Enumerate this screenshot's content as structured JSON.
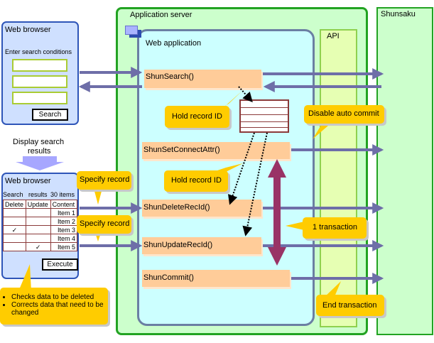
{
  "browser_top": {
    "title": "Web browser",
    "prompt": "Enter search conditions",
    "search_button": "Search"
  },
  "transition_label_1": "Display search",
  "transition_label_2": "results",
  "browser_bottom": {
    "title": "Web browser",
    "summary_1": "Search",
    "summary_2": "results",
    "summary_3": "30 items",
    "columns": [
      "Delete",
      "Update",
      "Content"
    ],
    "rows": [
      {
        "delete": "",
        "update": "",
        "content": "Item 1"
      },
      {
        "delete": "",
        "update": "",
        "content": "Item 2"
      },
      {
        "delete": "✓",
        "update": "",
        "content": "Item 3"
      },
      {
        "delete": "",
        "update": "",
        "content": "Item 4"
      },
      {
        "delete": "",
        "update": "✓",
        "content": "Item 5"
      }
    ],
    "execute_button": "Execute"
  },
  "notes": [
    "Checks data to be deleted",
    "Corrects data that need to be changed"
  ],
  "app_server": {
    "label": "Application server"
  },
  "web_app": {
    "label": "Web application"
  },
  "api": {
    "label": "API"
  },
  "shunsaku": {
    "label": "Shunsaku"
  },
  "functions": {
    "search": "ShunSearch()",
    "connect": "ShunSetConnectAttr()",
    "delete": "ShunDeleteRecId()",
    "update": "ShunUpdateRecId()",
    "commit": "ShunCommit()"
  },
  "callouts": {
    "hold_1": "Hold record ID",
    "hold_2": "Hold record ID",
    "disable": "Disable auto commit",
    "specify_1": "Specify record",
    "specify_2": "Specify record",
    "transaction": "1 transaction",
    "end": "End transaction"
  },
  "colors": {
    "arrow": "#6e6ea8",
    "transaction_arrow": "#993366",
    "callout": "#ffcc00",
    "function_box": "#ffcc99"
  }
}
